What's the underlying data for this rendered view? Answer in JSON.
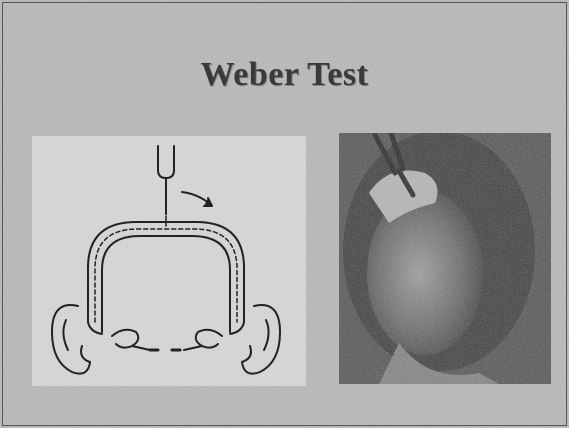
{
  "slide": {
    "title": "Weber Test"
  },
  "figures": {
    "diagram_icon": "tuning-fork-skull-diagram",
    "photo_icon": "tuning-fork-on-head-photo"
  },
  "colors": {
    "background": "#b9b9b9",
    "title_text": "#3a3a3a",
    "line_art": "#222222"
  }
}
